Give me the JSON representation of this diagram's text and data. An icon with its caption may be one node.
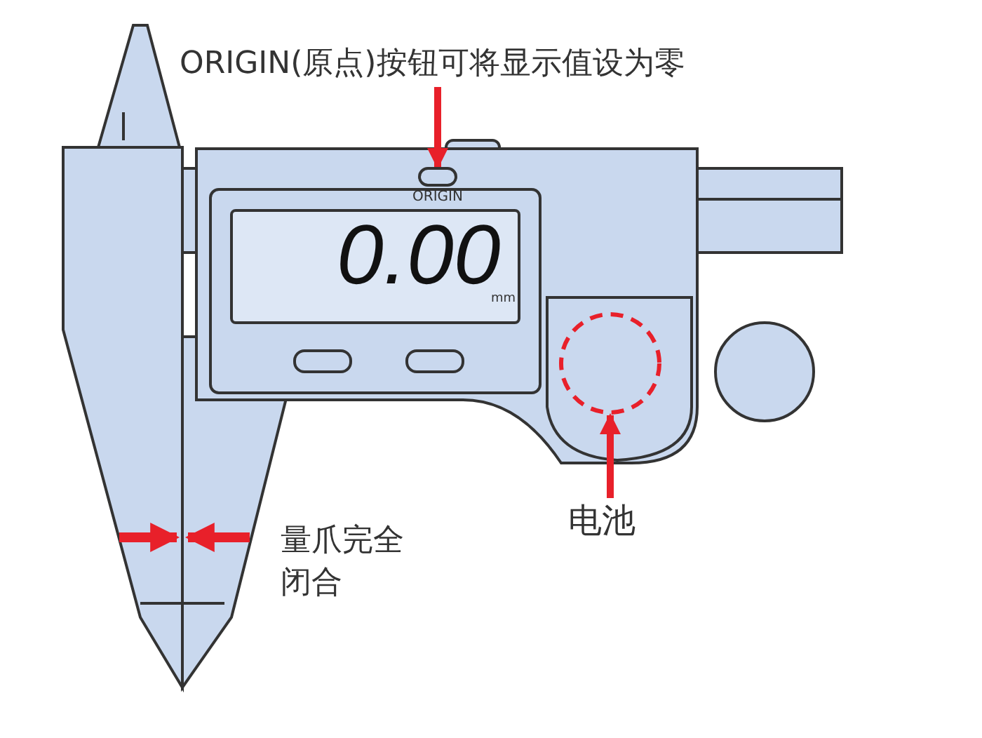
{
  "diagram": {
    "nodes": [
      {
        "text": [
          "ORIGIN(原点)按钮可将显示值设为零"
        ]
      },
      {
        "text": [
          "ORIGIN"
        ]
      },
      {
        "text": [
          "电池"
        ]
      },
      {
        "text": [],
        "shape": "circle"
      }
    ],
    "edges": [
      {
        "from": 0,
        "to": 1,
        "arrow": "to"
      },
      {
        "from": 2,
        "to": 3,
        "arrow": "to"
      }
    ],
    "labels": [
      "0.00",
      "mm",
      "量爪完全闭合"
    ]
  }
}
